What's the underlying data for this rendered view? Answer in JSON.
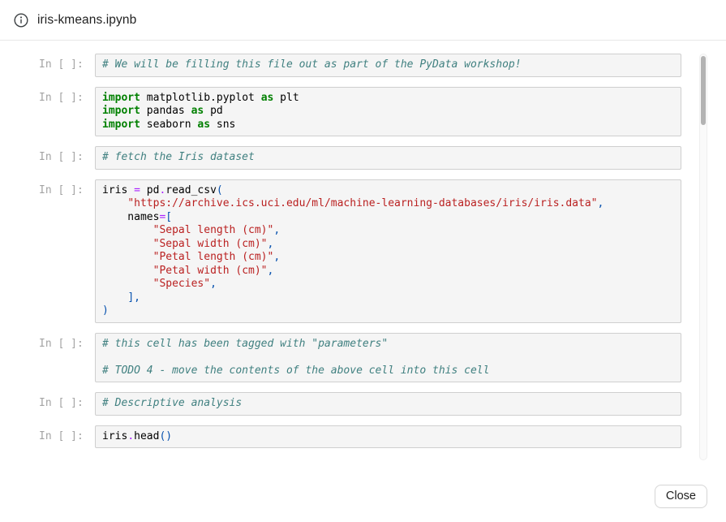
{
  "header": {
    "icon": "info-icon",
    "title": "iris-kmeans.ipynb"
  },
  "footer": {
    "close_label": "Close"
  },
  "colors": {
    "keyword": "#008000",
    "operator": "#AA22FF",
    "punctuation": "#0550AE",
    "string": "#BA2121",
    "comment": "#408080",
    "prompt": "#A3A3A3",
    "cell_bg": "#F5F5F5",
    "cell_border": "#CFCFCF"
  },
  "token_kinds": {
    "pl": "plain",
    "kw": "keyword",
    "op": "operator",
    "pu": "punctuation",
    "st": "string",
    "co": "comment"
  },
  "notebook": {
    "prompt_label": "In [ ]:",
    "cells": [
      {
        "lines": [
          [
            [
              "co",
              "# We will be filling this file out as part of the PyData workshop!"
            ]
          ]
        ]
      },
      {
        "lines": [
          [
            [
              "kw",
              "import"
            ],
            [
              "pl",
              " matplotlib.pyplot "
            ],
            [
              "kw",
              "as"
            ],
            [
              "pl",
              " plt"
            ]
          ],
          [
            [
              "kw",
              "import"
            ],
            [
              "pl",
              " pandas "
            ],
            [
              "kw",
              "as"
            ],
            [
              "pl",
              " pd"
            ]
          ],
          [
            [
              "kw",
              "import"
            ],
            [
              "pl",
              " seaborn "
            ],
            [
              "kw",
              "as"
            ],
            [
              "pl",
              " sns"
            ]
          ]
        ]
      },
      {
        "lines": [
          [
            [
              "co",
              "# fetch the Iris dataset"
            ]
          ]
        ]
      },
      {
        "lines": [
          [
            [
              "pl",
              "iris "
            ],
            [
              "op",
              "="
            ],
            [
              "pl",
              " pd"
            ],
            [
              "op",
              "."
            ],
            [
              "pl",
              "read_csv"
            ],
            [
              "pu",
              "("
            ]
          ],
          [
            [
              "pl",
              "    "
            ],
            [
              "st",
              "\"https://archive.ics.uci.edu/ml/machine-learning-databases/iris/iris.data\""
            ],
            [
              "pu",
              ","
            ]
          ],
          [
            [
              "pl",
              "    names"
            ],
            [
              "op",
              "="
            ],
            [
              "pu",
              "["
            ]
          ],
          [
            [
              "pl",
              "        "
            ],
            [
              "st",
              "\"Sepal length (cm)\""
            ],
            [
              "pu",
              ","
            ]
          ],
          [
            [
              "pl",
              "        "
            ],
            [
              "st",
              "\"Sepal width (cm)\""
            ],
            [
              "pu",
              ","
            ]
          ],
          [
            [
              "pl",
              "        "
            ],
            [
              "st",
              "\"Petal length (cm)\""
            ],
            [
              "pu",
              ","
            ]
          ],
          [
            [
              "pl",
              "        "
            ],
            [
              "st",
              "\"Petal width (cm)\""
            ],
            [
              "pu",
              ","
            ]
          ],
          [
            [
              "pl",
              "        "
            ],
            [
              "st",
              "\"Species\""
            ],
            [
              "pu",
              ","
            ]
          ],
          [
            [
              "pl",
              "    "
            ],
            [
              "pu",
              "],"
            ]
          ],
          [
            [
              "pu",
              ")"
            ]
          ]
        ]
      },
      {
        "lines": [
          [
            [
              "co",
              "# this cell has been tagged with \"parameters\""
            ]
          ],
          [
            [
              "pl",
              ""
            ]
          ],
          [
            [
              "co",
              "# TODO 4 - move the contents of the above cell into this cell"
            ]
          ]
        ]
      },
      {
        "lines": [
          [
            [
              "co",
              "# Descriptive analysis"
            ]
          ]
        ]
      },
      {
        "lines": [
          [
            [
              "pl",
              "iris"
            ],
            [
              "op",
              "."
            ],
            [
              "pl",
              "head"
            ],
            [
              "pu",
              "()"
            ]
          ]
        ]
      }
    ]
  }
}
